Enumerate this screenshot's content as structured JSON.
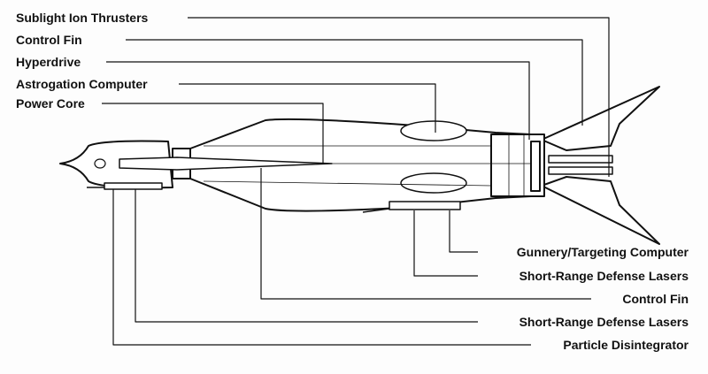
{
  "diagram": {
    "labels_left": [
      {
        "id": "sublight",
        "text": "Sublight Ion Thrusters"
      },
      {
        "id": "control-fin-top",
        "text": "Control Fin"
      },
      {
        "id": "hyperdrive",
        "text": "Hyperdrive"
      },
      {
        "id": "astrogation",
        "text": "Astrogation Computer"
      },
      {
        "id": "power-core",
        "text": "Power Core"
      }
    ],
    "labels_right": [
      {
        "id": "gunnery",
        "text": "Gunnery/Targeting Computer"
      },
      {
        "id": "srdl-rear",
        "text": "Short-Range Defense Lasers"
      },
      {
        "id": "control-fin-bottom",
        "text": "Control Fin"
      },
      {
        "id": "srdl-front",
        "text": "Short-Range Defense Lasers"
      },
      {
        "id": "particle",
        "text": "Particle Disintegrator"
      }
    ]
  }
}
